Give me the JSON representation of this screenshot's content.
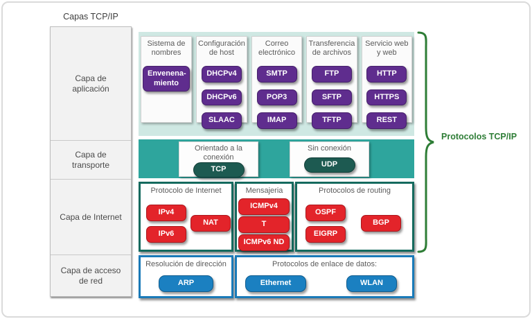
{
  "page": {
    "title": "Capas TCP/IP",
    "bracket_label": "Protocolos TCP/IP"
  },
  "colors": {
    "app_bg": "#cfe8e3",
    "transport_bg": "#2ea59d",
    "purple": "#5f2d8e",
    "dark_teal": "#1d5a51",
    "red": "#e3242a",
    "blue": "#1b80c1",
    "green": "#2e7d36",
    "internet_border": "#156a5e",
    "access_border": "#1a7ab8"
  },
  "layers": [
    {
      "label": "Capa de aplicación"
    },
    {
      "label": "Capa de transporte"
    },
    {
      "label": "Capa de Internet"
    },
    {
      "label": "Capa de acceso de red"
    }
  ],
  "application": {
    "groups": [
      {
        "header": "Sistema de nombres",
        "buttons": [
          "Envenena-miento"
        ]
      },
      {
        "header": "Configuración de host",
        "buttons": [
          "DHCPv4",
          "DHCPv6",
          "SLAAC"
        ]
      },
      {
        "header": "Correo electrónico",
        "buttons": [
          "SMTP",
          "POP3",
          "IMAP"
        ]
      },
      {
        "header": "Transferencia de archivos",
        "buttons": [
          "FTP",
          "SFTP",
          "TFTP"
        ]
      },
      {
        "header": "Servicio web y web",
        "buttons": [
          "HTTP",
          "HTTPS",
          "REST"
        ]
      }
    ]
  },
  "transport": {
    "cards": [
      {
        "header": "Orientado a la conexión",
        "button": "TCP"
      },
      {
        "header": "Sin conexión",
        "button": "UDP"
      }
    ]
  },
  "internet": {
    "groups": [
      {
        "header": "Protocolo de Internet",
        "buttons": [
          "IPv4",
          "NAT",
          "IPv6"
        ]
      },
      {
        "header": "Mensajeria",
        "buttons": [
          "ICMPv4",
          "T",
          "ICMPv6 ND"
        ]
      },
      {
        "header": "Protocolos de routing",
        "buttons": [
          "OSPF",
          "EIGRP",
          "BGP"
        ]
      }
    ]
  },
  "network_access": {
    "groups": [
      {
        "header": "Resolución de dirección",
        "buttons": [
          "ARP"
        ]
      },
      {
        "header": "Protocolos de enlace de datos:",
        "buttons": [
          "Ethernet",
          "WLAN"
        ]
      }
    ]
  }
}
